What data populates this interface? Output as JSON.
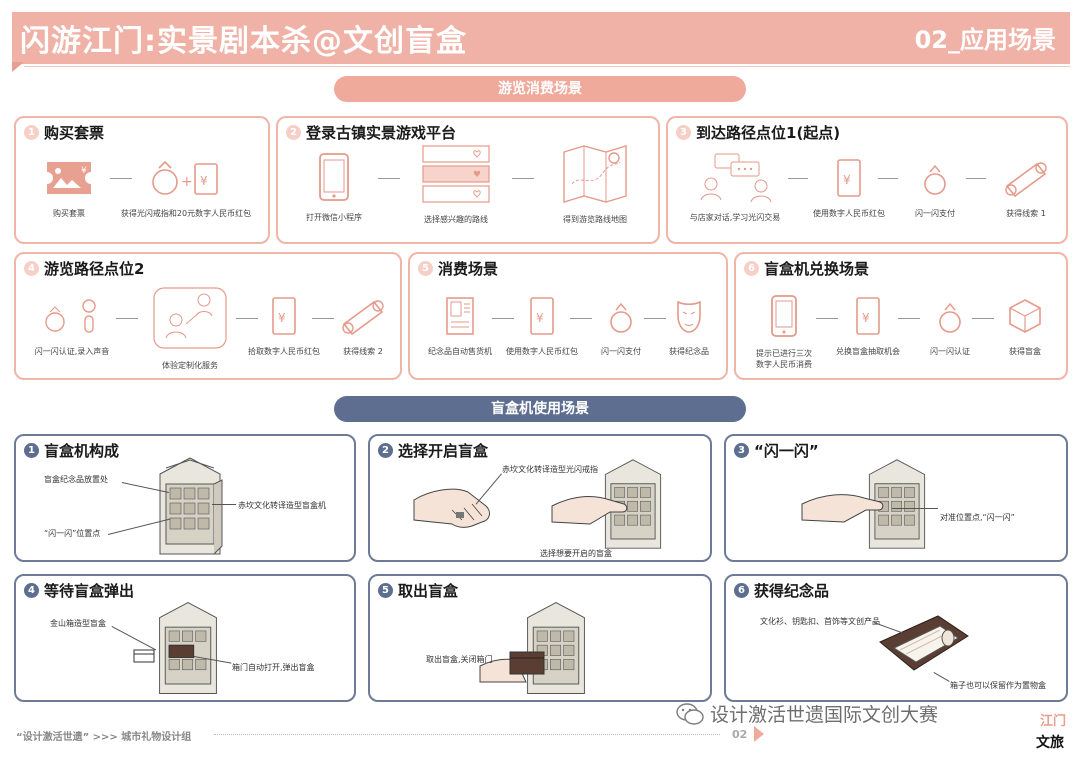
{
  "header": {
    "title": "闪游江门:实景剧本杀@文创盲盒",
    "section_code": "02_应用场景"
  },
  "sections": {
    "browse": "游览消费场景",
    "blindbox": "盲盒机使用场景"
  },
  "browse_cards": [
    {
      "num": "1",
      "title": "购买套票",
      "steps": [
        "购买套票",
        "获得光闪戒指和20元数字人民币红包"
      ]
    },
    {
      "num": "2",
      "title": "登录古镇实景游戏平台",
      "steps": [
        "打开微信小程序",
        "选择感兴趣的路线",
        "得到游览路线地图"
      ]
    },
    {
      "num": "3",
      "title": "到达路径点位1(起点)",
      "steps": [
        "与店家对话,学习光闪交易",
        "使用数字人民币红包",
        "闪一闪支付",
        "获得线索 1"
      ]
    },
    {
      "num": "4",
      "title": "游览路径点位2",
      "steps": [
        "闪一闪认证,录入声音",
        "体验定制化服务",
        "拾取数字人民币红包",
        "获得线索 2"
      ]
    },
    {
      "num": "5",
      "title": "消费场景",
      "steps": [
        "纪念品自动售货机",
        "使用数字人民币红包",
        "闪一闪支付",
        "获得纪念品"
      ]
    },
    {
      "num": "6",
      "title": "盲盒机兑换场景",
      "steps": [
        "提示已进行三次\n数字人民币消费",
        "兑换盲盒抽取机会",
        "闪一闪认证",
        "获得盲盒"
      ]
    }
  ],
  "blind_cards": [
    {
      "num": "1",
      "title": "盲盒机构成",
      "notes": [
        "盲盒纪念品放置处",
        "赤坎文化转译造型盲盒机",
        "“闪一闪”位置点"
      ]
    },
    {
      "num": "2",
      "title": "选择开启盲盒",
      "notes": [
        "赤坎文化转译造型光闪戒指",
        "选择想要开启的盲盒"
      ]
    },
    {
      "num": "3",
      "title": "“闪一闪”",
      "notes": [
        "对准位置点,“闪一闪”"
      ]
    },
    {
      "num": "4",
      "title": "等待盲盒弹出",
      "notes": [
        "金山箱造型盲盒",
        "箱门自动打开,弹出盲盒"
      ]
    },
    {
      "num": "5",
      "title": "取出盲盒",
      "notes": [
        "取出盲盒,关闭箱门"
      ]
    },
    {
      "num": "6",
      "title": "获得纪念品",
      "notes": [
        "文化衫、钥匙扣、首饰等文创产品",
        "箱子也可以保留作为置物盒"
      ]
    }
  ],
  "footer": {
    "left": "“设计激活世遗” >>> 城市礼物设计组",
    "page": "02"
  },
  "watermark": {
    "text": "设计激活世遗国际文创大赛",
    "brand_top": "江门",
    "brand_bottom": "文旅"
  },
  "colors": {
    "accent_pink": "#f0aa9c",
    "accent_navy": "#5e6e90",
    "icon_stroke": "#e59a8a"
  }
}
